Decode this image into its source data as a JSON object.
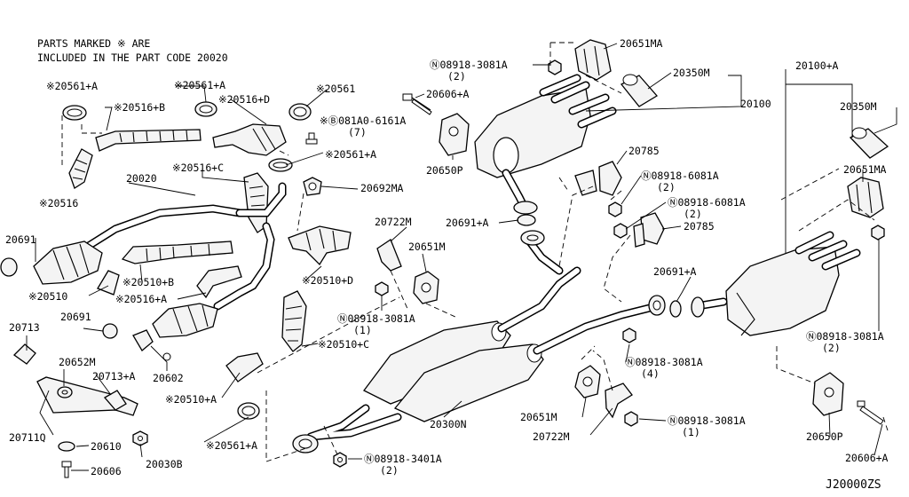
{
  "header": {
    "line1": "PARTS MARKED ※ ARE",
    "line2": "INCLUDED IN THE PART CODE 20020"
  },
  "diagram_code": "J20000ZS",
  "labels": {
    "l_20561a_1": "※20561+A",
    "l_20561a_2": "※20561+A",
    "l_20561": "※20561",
    "l_20516b": "※20516+B",
    "l_20516d": "※20516+D",
    "l_081a0": "※Ⓑ081A0-6161A",
    "l_081a0_q": "(7)",
    "l_20561a_3": "※20561+A",
    "l_20516c": "※20516+C",
    "l_20692ma": "20692MA",
    "l_20516": "※20516",
    "l_20020": "20020",
    "l_20691_1": "20691",
    "l_20510b": "※20510+B",
    "l_20510": "※20510",
    "l_20516a": "※20516+A",
    "l_20510d": "※20510+D",
    "l_20713": "20713",
    "l_20691_2": "20691",
    "l_20652m": "20652M",
    "l_20602": "20602",
    "l_20713a": "20713+A",
    "l_20510a": "※20510+A",
    "l_20510c": "※20510+C",
    "l_20711q": "20711Q",
    "l_20610": "20610",
    "l_20030b": "20030B",
    "l_20606": "20606",
    "l_20561a_4": "※20561+A",
    "l_08918_3401a": "Ⓝ08918-3401A",
    "l_08918_3401a_q": "(2)",
    "l_20300n": "20300N",
    "l_20722m_1": "20722M",
    "l_20651m_1": "20651M",
    "l_08918_3081a_1": "Ⓝ08918-3081A",
    "l_08918_3081a_1_q": "(1)",
    "l_08918_3081a_top": "Ⓝ08918-3081A",
    "l_08918_3081a_top_q": "(2)",
    "l_20651ma_1": "20651MA",
    "l_20350m_1": "20350M",
    "l_20606a_1": "20606+A",
    "l_20100": "20100",
    "l_20650p_1": "20650P",
    "l_20785_1": "20785",
    "l_08918_6081a_1": "Ⓝ08918-6081A",
    "l_08918_6081a_1_q": "(2)",
    "l_08918_6081a_2": "Ⓝ08918-6081A",
    "l_08918_6081a_2_q": "(2)",
    "l_20785_2": "20785",
    "l_20691a_1": "20691+A",
    "l_20691a_2": "20691+A",
    "l_08918_3081a_4": "Ⓝ08918-3081A",
    "l_08918_3081a_4_q": "(4)",
    "l_20651m_2": "20651M",
    "l_20722m_2": "20722M",
    "l_08918_3081a_b": "Ⓝ08918-3081A",
    "l_08918_3081a_b_q": "(1)",
    "l_20100a": "20100+A",
    "l_20350m_2": "20350M",
    "l_20651ma_2": "20651MA",
    "l_08918_3081a_r": "Ⓝ08918-3081A",
    "l_08918_3081a_r_q": "(2)",
    "l_20650p_2": "20650P",
    "l_20606a_2": "20606+A"
  }
}
